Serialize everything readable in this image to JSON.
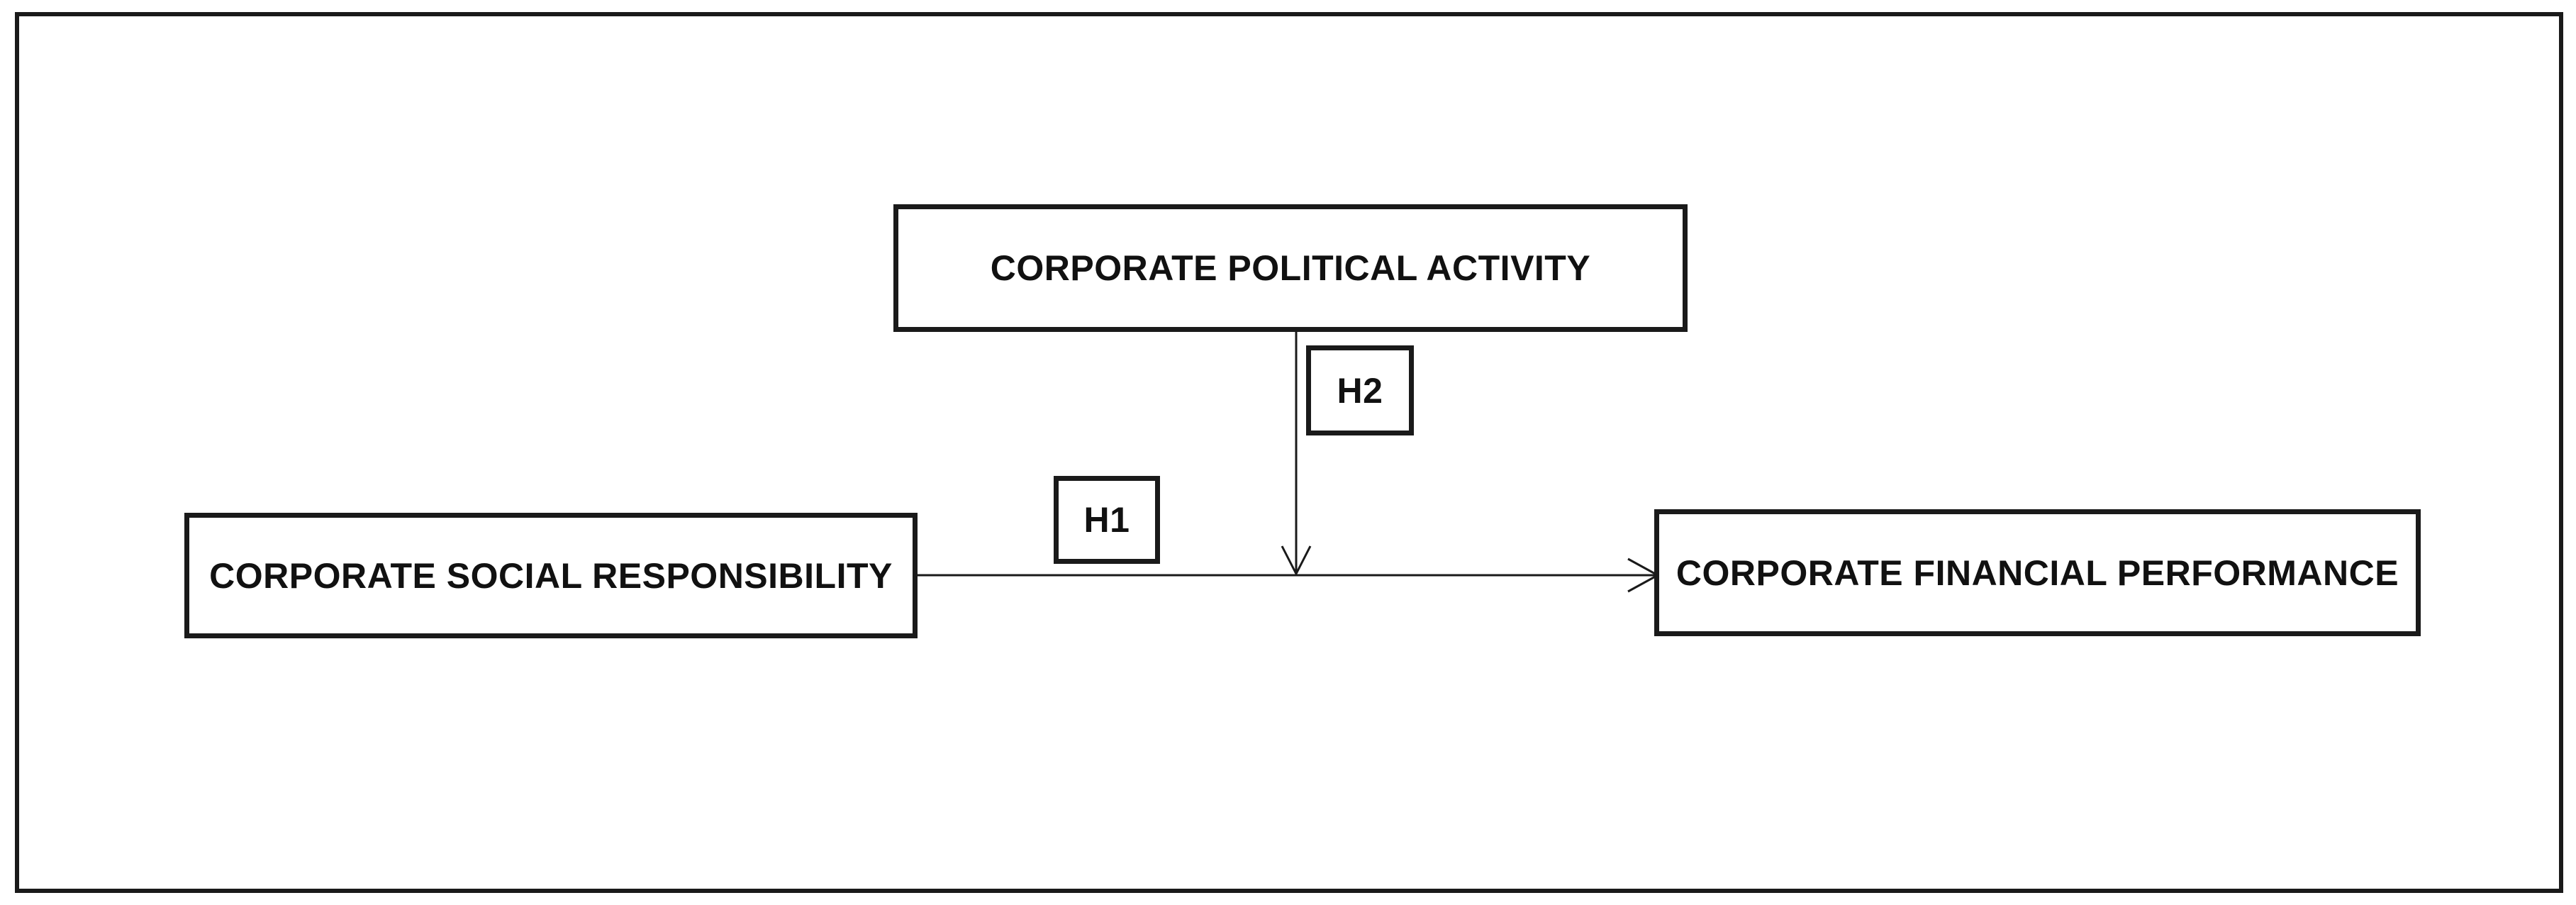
{
  "diagram": {
    "nodes": {
      "cpa": {
        "label": "CORPORATE POLITICAL ACTIVITY"
      },
      "csr": {
        "label": "CORPORATE SOCIAL RESPONSIBILITY"
      },
      "cfp": {
        "label": "CORPORATE FINANCIAL PERFORMANCE"
      }
    },
    "hypotheses": {
      "h1": {
        "label": "H1"
      },
      "h2": {
        "label": "H2"
      }
    },
    "edges": [
      {
        "from": "CORPORATE SOCIAL RESPONSIBILITY",
        "to": "CORPORATE FINANCIAL PERFORMANCE",
        "label": "H1"
      },
      {
        "from": "CORPORATE POLITICAL ACTIVITY",
        "to": "CORPORATE SOCIAL RESPONSIBILITY → CORPORATE FINANCIAL PERFORMANCE",
        "label": "H2"
      }
    ],
    "colors": {
      "stroke": "#1a1a1a",
      "text": "#111111",
      "background": "#ffffff"
    }
  }
}
